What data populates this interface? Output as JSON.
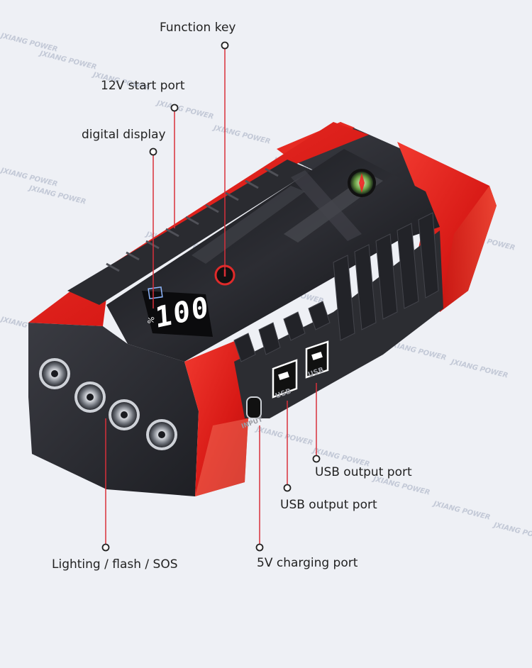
{
  "callouts": {
    "function_key": "Function key",
    "start_port": "12V start port",
    "digital_display": "digital display",
    "usb_output_1": "USB output port",
    "usb_output_2": "USB output port",
    "lighting": "Lighting / flash / SOS",
    "charging_port": "5V charging port"
  },
  "device": {
    "display_value": "100",
    "display_unit": "%",
    "usb_label": "USB",
    "input_label": "INPUT"
  },
  "watermark": "JXIANG POWER",
  "colors": {
    "body_red": "#e8201c",
    "body_dark": "#2b2c31",
    "background": "#eef0f5",
    "callout_line": "#d8303a"
  }
}
